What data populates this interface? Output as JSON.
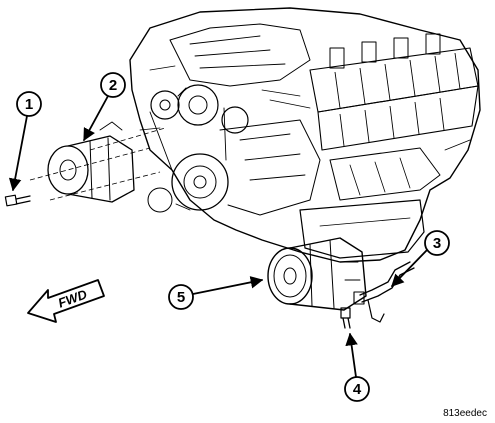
{
  "callouts": [
    {
      "id": "1",
      "label": "1"
    },
    {
      "id": "2",
      "label": "2"
    },
    {
      "id": "3",
      "label": "3"
    },
    {
      "id": "4",
      "label": "4"
    },
    {
      "id": "5",
      "label": "5"
    }
  ],
  "direction_label": "FWD",
  "figure_ref": "813eedec"
}
